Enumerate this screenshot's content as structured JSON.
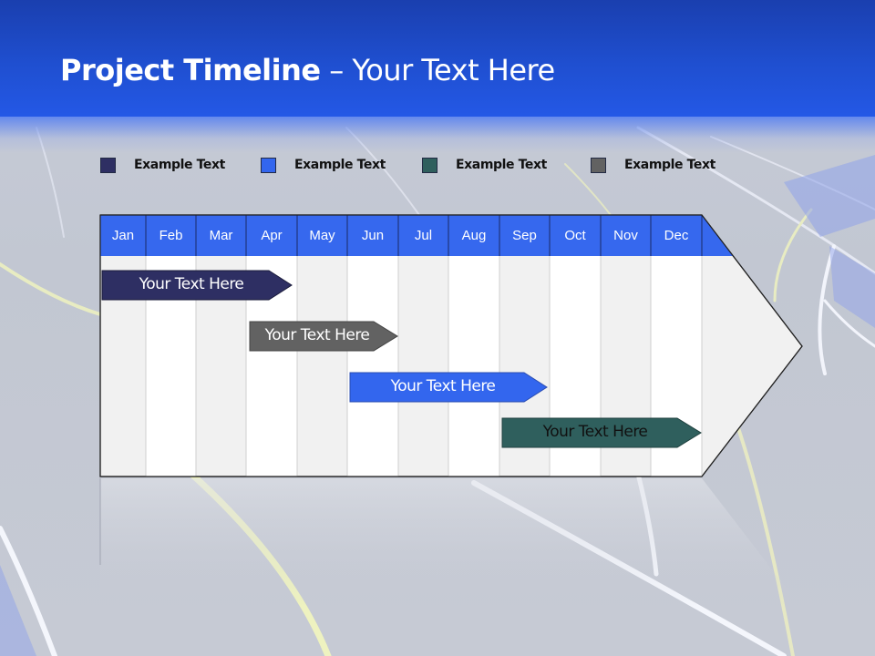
{
  "header": {
    "title_bold": "Project Timeline",
    "title_rest": " – Your Text Here"
  },
  "legend": [
    {
      "label": "Example Text",
      "color": "#2e2f63"
    },
    {
      "label": "Example Text",
      "color": "#3366ee"
    },
    {
      "label": "Example Text",
      "color": "#2f5f5d"
    },
    {
      "label": "Example Text",
      "color": "#626262"
    }
  ],
  "timeline": {
    "months": [
      "Jan",
      "Feb",
      "Mar",
      "Apr",
      "May",
      "Jun",
      "Jul",
      "Aug",
      "Sep",
      "Oct",
      "Nov",
      "Dec"
    ],
    "header_color": "#3668ee",
    "tasks": [
      {
        "label": "Your  Text Here",
        "color": "#2e2f63",
        "text_color": "#ffffff",
        "start": "Jan",
        "end": "Apr"
      },
      {
        "label": "Your  Text Here",
        "color": "#626262",
        "text_color": "#ffffff",
        "start": "Apr",
        "end": "Jun"
      },
      {
        "label": "Your  Text Here",
        "color": "#3366ee",
        "text_color": "#ffffff",
        "start": "Jun",
        "end": "Sep"
      },
      {
        "label": "Your  Text Here",
        "color": "#2f5f5d",
        "text_color": "#111111",
        "start": "Sep",
        "end": "Dec"
      }
    ]
  }
}
